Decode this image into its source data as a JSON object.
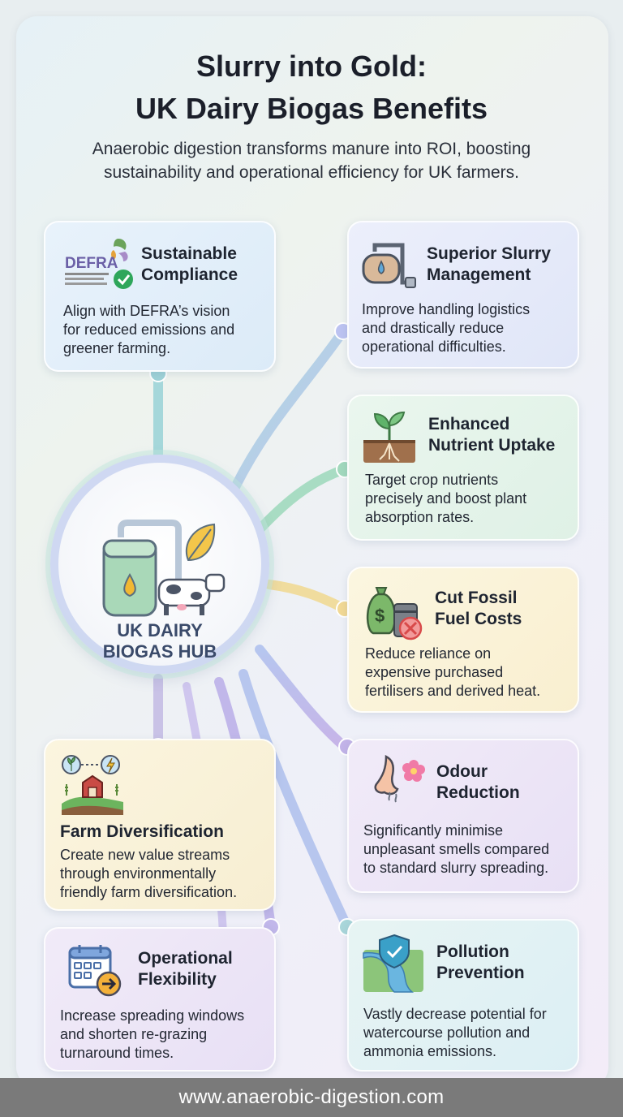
{
  "title": {
    "line1": "Slurry into Gold:",
    "line2": "UK Dairy Biogas Benefits"
  },
  "subtitle": {
    "line1": "Anaerobic digestion transforms manure into ROI, boosting",
    "line2": "sustainability and operational efficiency for UK farmers."
  },
  "hub": {
    "line1": "UK DAIRY",
    "line2": "BIOGAS HUB",
    "icon": "biogas-digester-cow-leaf-icon"
  },
  "cards": {
    "compliance": {
      "title1": "Sustainable",
      "title2": "Compliance",
      "body": [
        "Align with DEFRA’s vision",
        "for reduced emissions and",
        "greener farming."
      ],
      "logo_text": "DEFRA",
      "icon": "defra-logo-check-icon"
    },
    "slurry": {
      "title1": "Superior Slurry",
      "title2": "Management",
      "body": [
        "Improve handling logistics",
        "and drastically reduce",
        "operational difficulties."
      ],
      "icon": "slurry-tank-pipe-icon"
    },
    "nutrient": {
      "title1": "Enhanced",
      "title2": "Nutrient Uptake",
      "body": [
        "Target crop nutrients",
        "precisely and boost plant",
        "absorption rates."
      ],
      "icon": "sprout-roots-icon"
    },
    "fossil": {
      "title1": "Cut Fossil",
      "title2": "Fuel Costs",
      "body": [
        "Reduce reliance on",
        "expensive purchased",
        "fertilisers and derived heat."
      ],
      "icon": "money-bag-barrel-icon"
    },
    "odour": {
      "title1": "Odour",
      "title2": "Reduction",
      "body": [
        "Significantly minimise",
        "unpleasant smells compared",
        "to standard slurry spreading."
      ],
      "icon": "nose-flower-icon"
    },
    "diversification": {
      "title": "Farm Diversification",
      "body": [
        "Create new value streams",
        "through environmentally",
        "friendly farm diversification."
      ],
      "icon": "farm-barn-energy-icon"
    },
    "flexibility": {
      "title1": "Operational",
      "title2": "Flexibility",
      "body": [
        "Increase spreading windows",
        "and shorten re-grazing",
        "turnaround times."
      ],
      "icon": "calendar-arrow-icon"
    },
    "pollution": {
      "title1": "Pollution",
      "title2": "Prevention",
      "body": [
        "Vastly decrease potential for",
        "watercourse pollution and",
        "ammonia emissions."
      ],
      "icon": "river-shield-icon"
    }
  },
  "footer": {
    "url": "www.anaerobic-digestion.com"
  },
  "colors": {
    "connector_blue": "#b9c8f0",
    "connector_green": "#a8dcc3",
    "connector_yellow": "#f2dca0",
    "connector_purple": "#c9b8e8",
    "footer_bg": "#7a7a7a"
  }
}
